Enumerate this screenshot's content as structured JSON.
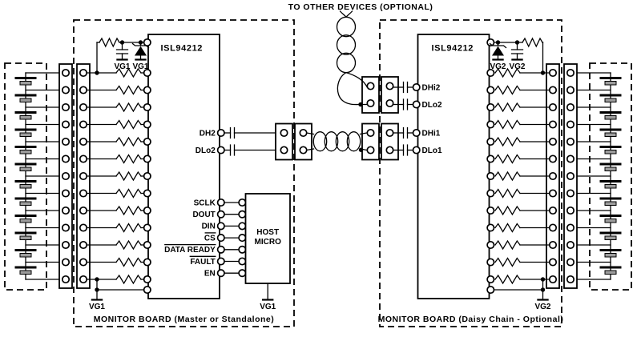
{
  "diagram_title": "TO OTHER DEVICES (OPTIONAL)",
  "colors": {
    "ink": "#000000",
    "paper": "#ffffff",
    "cell_plate": "#9c9c9c"
  },
  "left_board": {
    "caption": "MONITOR BOARD (Master or Standalone)",
    "ic_label": "ISL94212",
    "ground_label": "VG1",
    "daisy_pins": [
      {
        "label": "DH2"
      },
      {
        "label": "DLo2"
      }
    ],
    "spi_signals": [
      {
        "label": "SCLK",
        "active_low": false
      },
      {
        "label": "DOUT",
        "active_low": false
      },
      {
        "label": "DIN",
        "active_low": false
      },
      {
        "label": "CS",
        "active_low": true
      },
      {
        "label": "DATA READY",
        "active_low": true
      },
      {
        "label": "FAULT",
        "active_low": true
      },
      {
        "label": "EN",
        "active_low": false
      }
    ],
    "host": {
      "label_line1": "HOST",
      "label_line2": "MICRO"
    },
    "battery": {
      "cells": 12,
      "taps": 13
    }
  },
  "right_board": {
    "caption": "MONITOR BOARD (Daisy Chain - Optional)",
    "ic_label": "ISL94212",
    "ground_label": "VG2",
    "daisy_pins_upper": [
      {
        "label": "DHi2"
      },
      {
        "label": "DLo2"
      }
    ],
    "daisy_pins_lower": [
      {
        "label": "DHi1"
      },
      {
        "label": "DLo1"
      }
    ],
    "battery": {
      "cells": 12,
      "taps": 13
    }
  }
}
